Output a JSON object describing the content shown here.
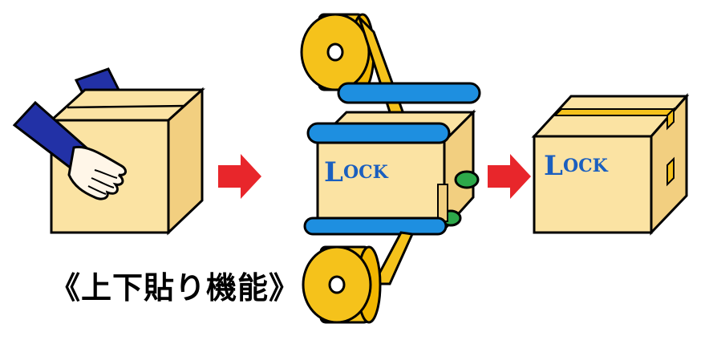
{
  "caption": "《上下貼り機能》",
  "brand": {
    "big": "L",
    "small": "OCK"
  },
  "icons": {
    "step1": "box-with-hands-icon",
    "step2": "taping-machine-icon",
    "step3": "taped-box-icon",
    "arrow": "red-arrow-icon"
  },
  "colors": {
    "box_face": "#fbe3a3",
    "box_side": "#f2cf80",
    "tape": "#f5c21b",
    "belt_blue": "#1e8fe0",
    "roller_green": "#2da84a",
    "sleeve": "#2231a6",
    "arrow": "#e8262b",
    "logo_blue": "#1b5fbf"
  }
}
